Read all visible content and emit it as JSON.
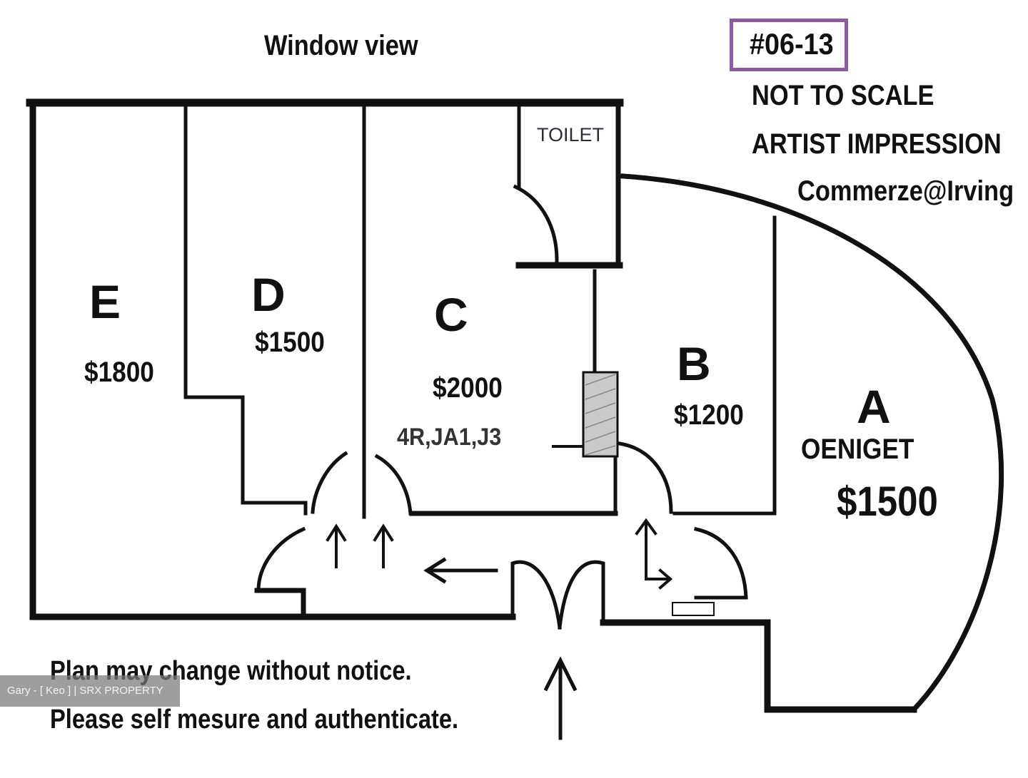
{
  "header": {
    "window_view": "Window view",
    "unit_no": "#06-13",
    "not_to_scale": "NOT TO SCALE",
    "artist_impression": "ARTIST IMPRESSION",
    "building": "Commerze@Irving"
  },
  "rooms": [
    {
      "letter": "E",
      "price": "$1800"
    },
    {
      "letter": "D",
      "price": "$1500"
    },
    {
      "letter": "C",
      "price": "$2000",
      "extra": "4R,JA1,J3"
    },
    {
      "letter": "B",
      "price": "$1200"
    },
    {
      "letter": "A",
      "price": "$1500",
      "extra": "OENIGET"
    }
  ],
  "toilet_label": "TOILET",
  "notes": {
    "line1": "Plan may change without notice.",
    "line2": "Please self mesure and authenticate."
  },
  "watermark": "Gary - [ Keo ] | SRX PROPERTY",
  "colors": {
    "wall": "#111111",
    "accent": "#8e5aa0",
    "pillar": "#c9c9c9"
  }
}
